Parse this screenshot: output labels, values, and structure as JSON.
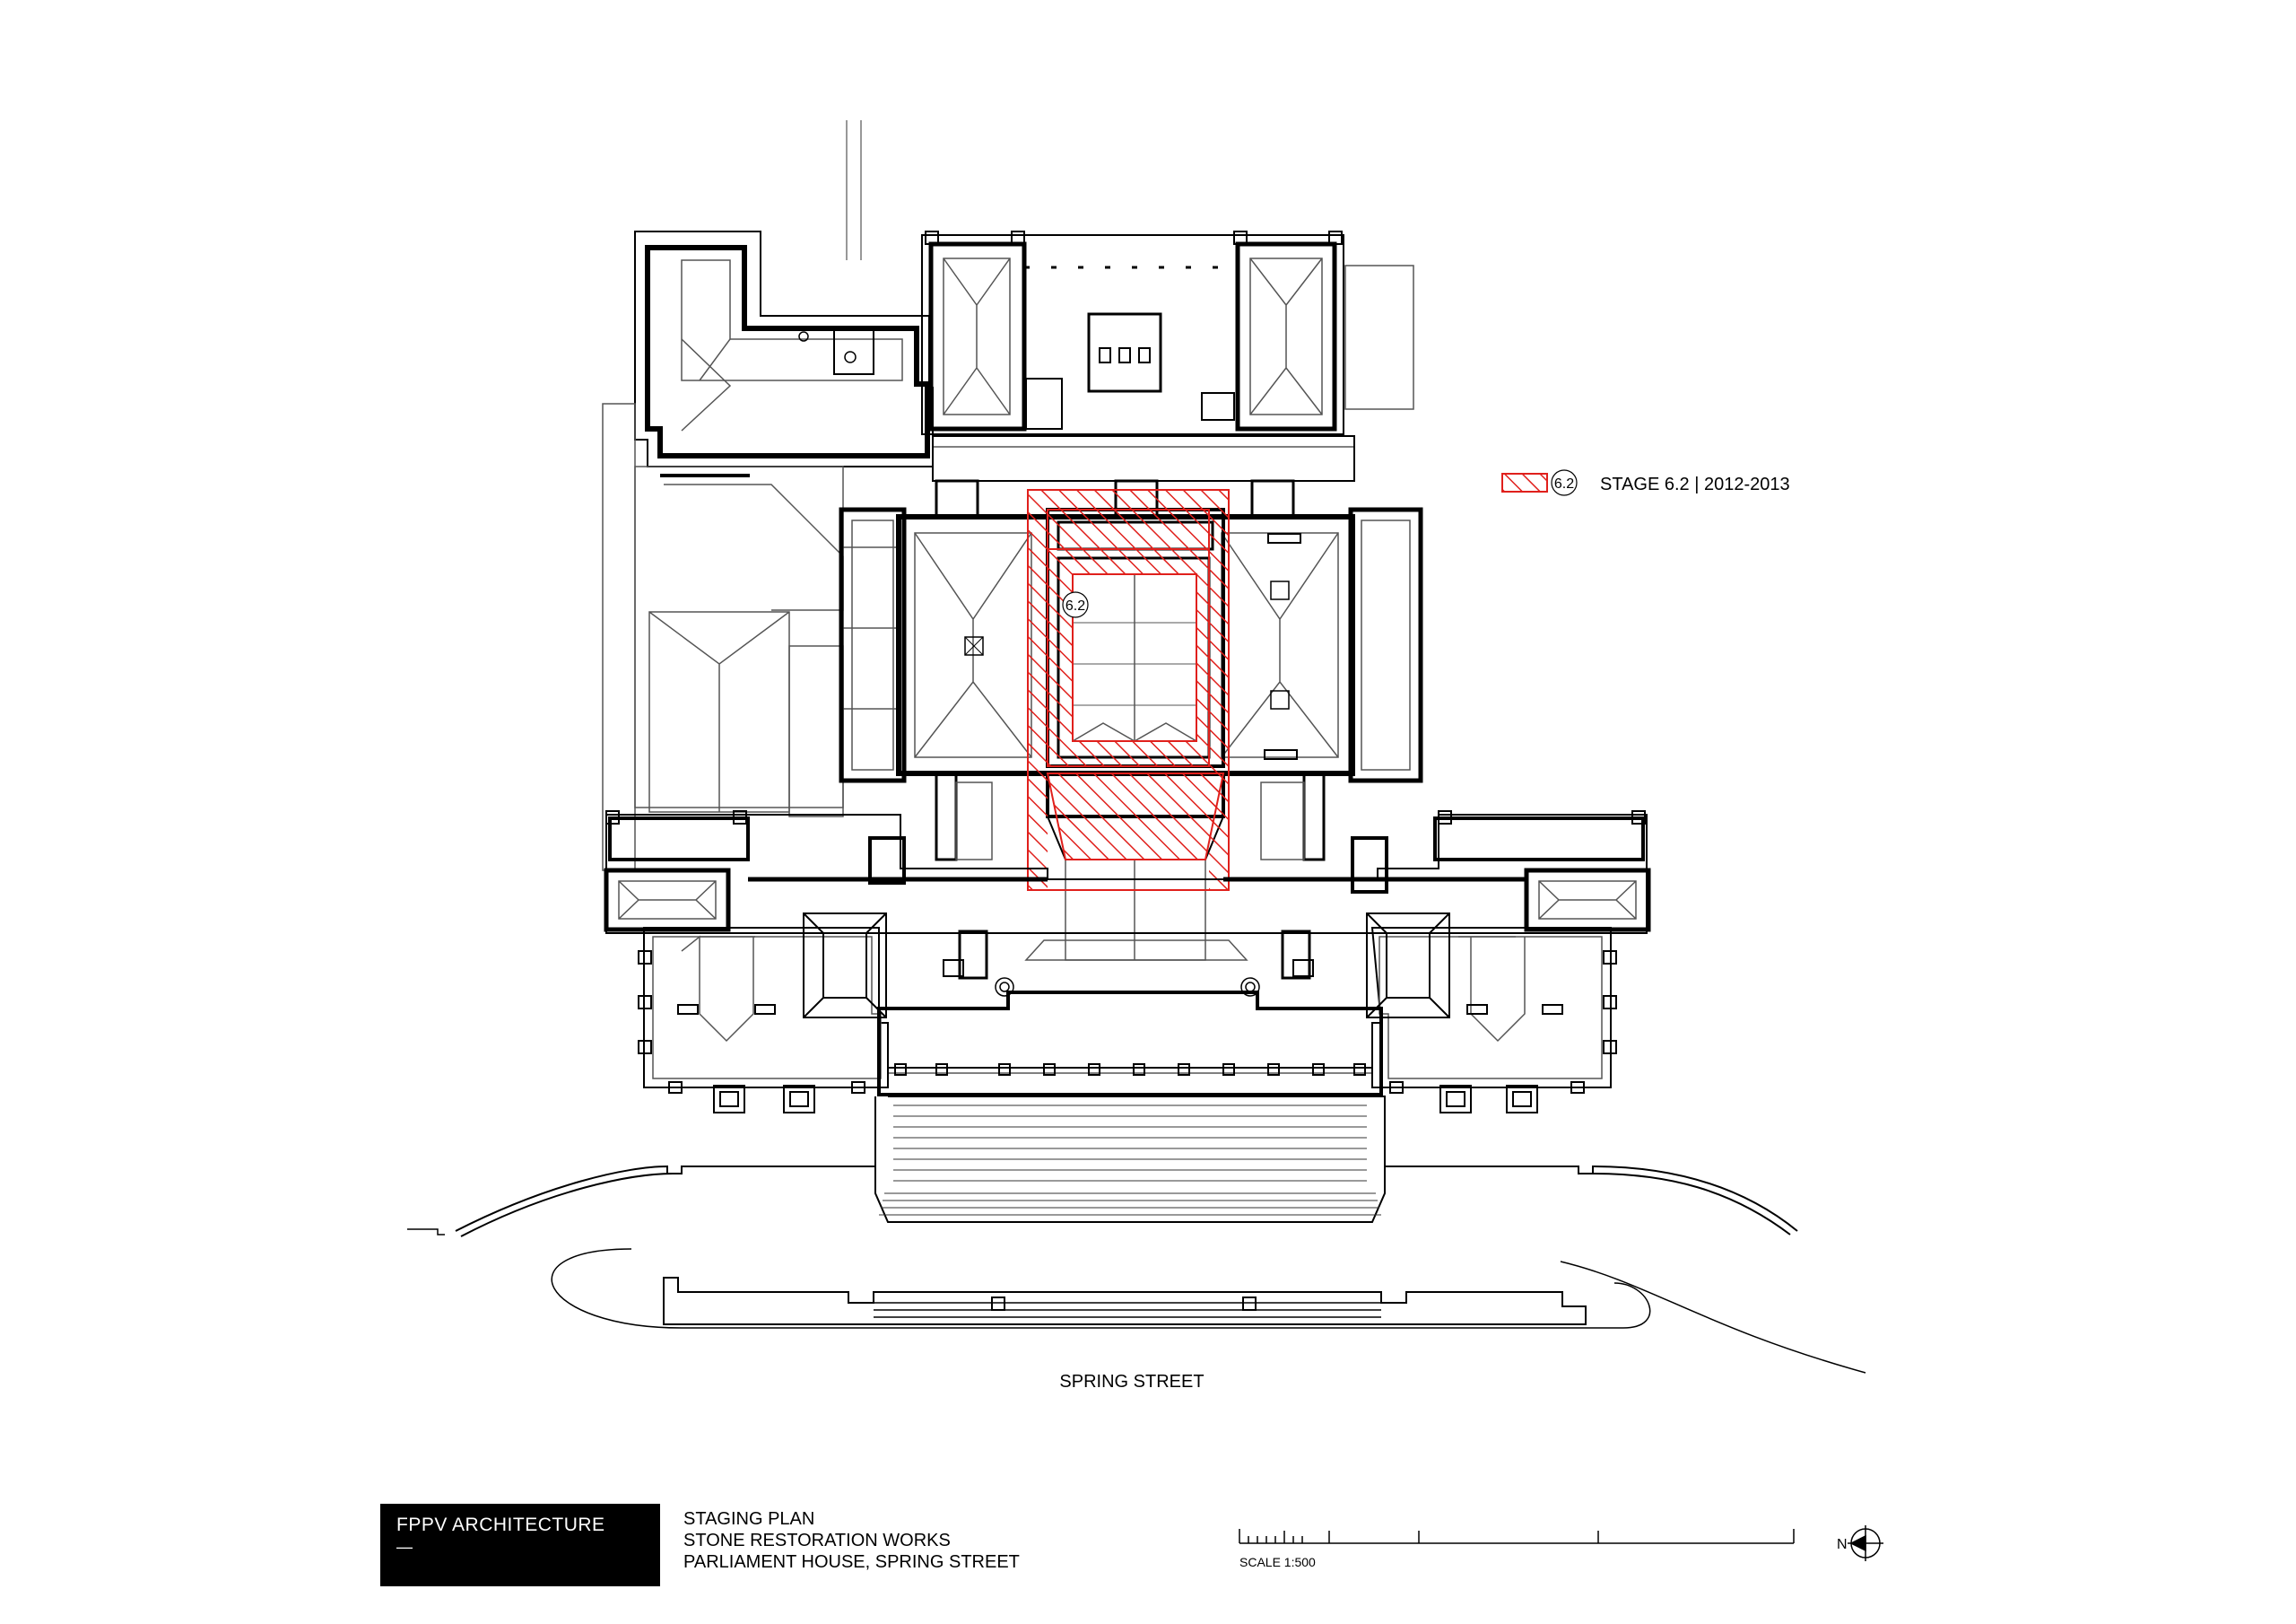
{
  "legend": {
    "tag": "6.2",
    "label": "STAGE 6.2 | 2012-2013",
    "hatch_color": "#e0201c"
  },
  "plan": {
    "stage_marker": "6.2",
    "street_label": "SPRING STREET"
  },
  "title_block": {
    "brand": "FPPV  ARCHITECTURE",
    "brand_mark": "—",
    "lines": [
      "STAGING PLAN",
      "STONE RESTORATION WORKS",
      "PARLIAMENT HOUSE, SPRING STREET"
    ],
    "scale": "SCALE 1:500",
    "north": "N"
  }
}
